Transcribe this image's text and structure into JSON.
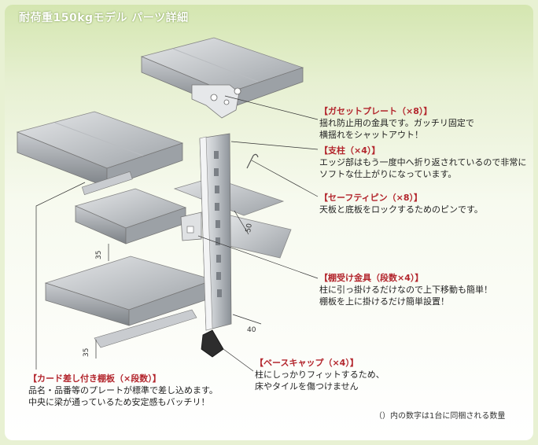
{
  "title": "耐荷重150kgモデル パーツ詳細",
  "callouts": {
    "gusset": {
      "head": "【ガセットプレート（×8）】",
      "lines": [
        "揺れ防止用の金具です。ガッチリ固定で",
        "横揺れをシャットアウト！"
      ]
    },
    "post": {
      "head": "【支柱（×4）】",
      "lines": [
        "エッジ部はもう一度中へ折り返されているので非常に",
        "ソフトな仕上がりになっています。"
      ]
    },
    "pin": {
      "head": "【セーフティピン（×8）】",
      "lines": [
        "天板と底板をロックするためのピンです。"
      ]
    },
    "bracket": {
      "head": "【棚受け金具（段数×4）】",
      "lines": [
        "柱に引っ掛けるだけなので上下移動も簡単！",
        "棚板を上に掛けるだけ簡単設置！"
      ]
    },
    "basecap": {
      "head": "【ベースキャップ（×4）】",
      "lines": [
        "柱にしっかりフィットするため、",
        "床やタイルを傷つけません"
      ]
    },
    "shelf": {
      "head": "【カード差し付き棚板（×段数）】",
      "lines": [
        "品名・品番等のプレートが標準で差し込めます。",
        "中央に梁が通っているため安定感もバッチリ！"
      ]
    }
  },
  "dimensions": {
    "post_width": "50",
    "post_depth": "40",
    "shelf_edge_upper": "35",
    "shelf_edge_lower": "35"
  },
  "note": "（）内の数字は1台に同梱される数量",
  "colors": {
    "title": "#ffffff",
    "callout_head": "#b3262d",
    "background_top": "#d4e6b0"
  }
}
